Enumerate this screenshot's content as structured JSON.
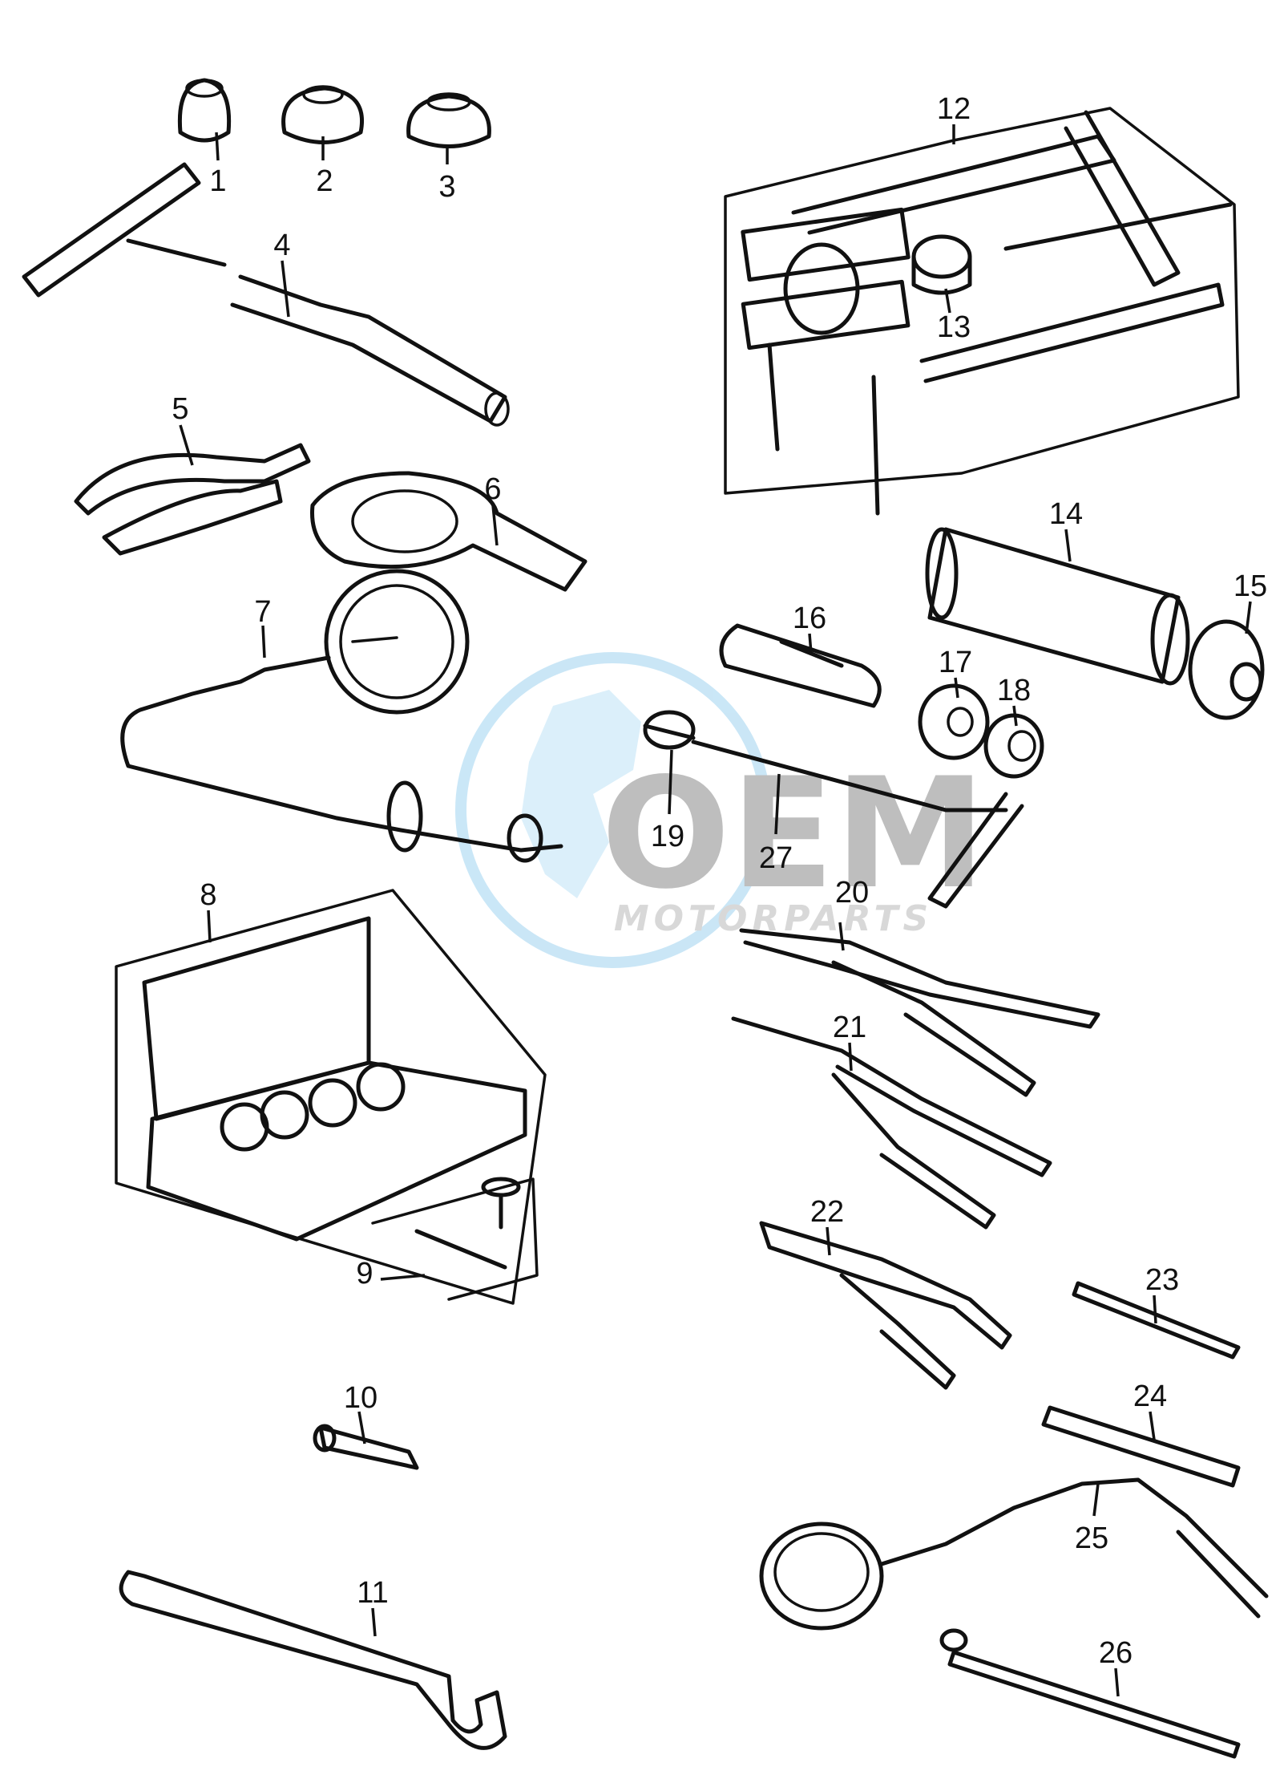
{
  "callouts": [
    {
      "id": "1",
      "text": "1"
    },
    {
      "id": "2",
      "text": "2"
    },
    {
      "id": "3",
      "text": "3"
    },
    {
      "id": "4",
      "text": "4"
    },
    {
      "id": "5",
      "text": "5"
    },
    {
      "id": "6",
      "text": "6"
    },
    {
      "id": "7",
      "text": "7"
    },
    {
      "id": "8",
      "text": "8"
    },
    {
      "id": "9",
      "text": "9"
    },
    {
      "id": "10",
      "text": "10"
    },
    {
      "id": "11",
      "text": "11"
    },
    {
      "id": "12",
      "text": "12"
    },
    {
      "id": "13",
      "text": "13"
    },
    {
      "id": "14",
      "text": "14"
    },
    {
      "id": "15",
      "text": "15"
    },
    {
      "id": "16",
      "text": "16"
    },
    {
      "id": "17",
      "text": "17"
    },
    {
      "id": "18",
      "text": "18"
    },
    {
      "id": "19",
      "text": "19"
    },
    {
      "id": "20",
      "text": "20"
    },
    {
      "id": "21",
      "text": "21"
    },
    {
      "id": "22",
      "text": "22"
    },
    {
      "id": "23",
      "text": "23"
    },
    {
      "id": "24",
      "text": "24"
    },
    {
      "id": "25",
      "text": "25"
    },
    {
      "id": "26",
      "text": "26"
    },
    {
      "id": "27",
      "text": "27"
    }
  ],
  "watermark": {
    "logo_text": "OEM",
    "sub_text": "MOTORPARTS",
    "logo_color": "#8a8a8a",
    "globe_color": "#9fd3f0"
  }
}
